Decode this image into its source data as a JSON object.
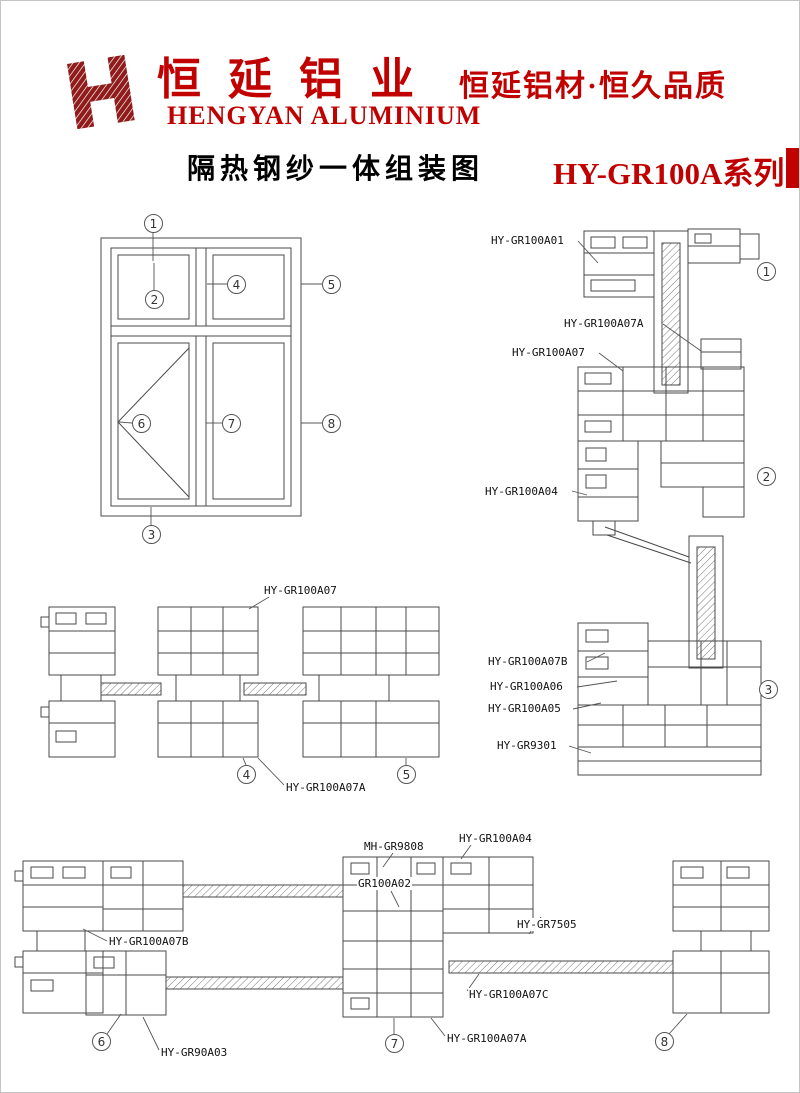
{
  "header": {
    "company_name": "恒 延 铝 业",
    "company_name_en": "HENGYAN ALUMINIUM",
    "slogan": "恒延铝材·恒久品质",
    "drawing_title": "隔热钢纱一体组装图",
    "series_title": "HY-GR100A系列",
    "brand_color": "#c10000",
    "logo_icon": "hengyan-hatched-h-logo"
  },
  "callouts": {
    "elevation": [
      "1",
      "2",
      "3",
      "4",
      "5",
      "6",
      "7",
      "8"
    ],
    "vertical_section": [
      "1",
      "2",
      "3"
    ],
    "mid_section": [
      "4",
      "5"
    ],
    "bottom_section": [
      "6",
      "7",
      "8"
    ]
  },
  "part_labels": {
    "vertical_section": [
      "HY-GR100A01",
      "HY-GR100A07A",
      "HY-GR100A07",
      "HY-GR100A04",
      "HY-GR100A07B",
      "HY-GR100A06",
      "HY-GR100A05",
      "HY-GR9301"
    ],
    "mid_section": [
      "HY-GR100A07",
      "HY-GR100A07A"
    ],
    "bottom_section": [
      "MH-GR9808",
      "GR100A02",
      "HY-GR100A04",
      "HY-GR7505",
      "HY-GR100A07B",
      "HY-GR100A07C",
      "HY-GR100A07A",
      "HY-GR90A03"
    ]
  }
}
